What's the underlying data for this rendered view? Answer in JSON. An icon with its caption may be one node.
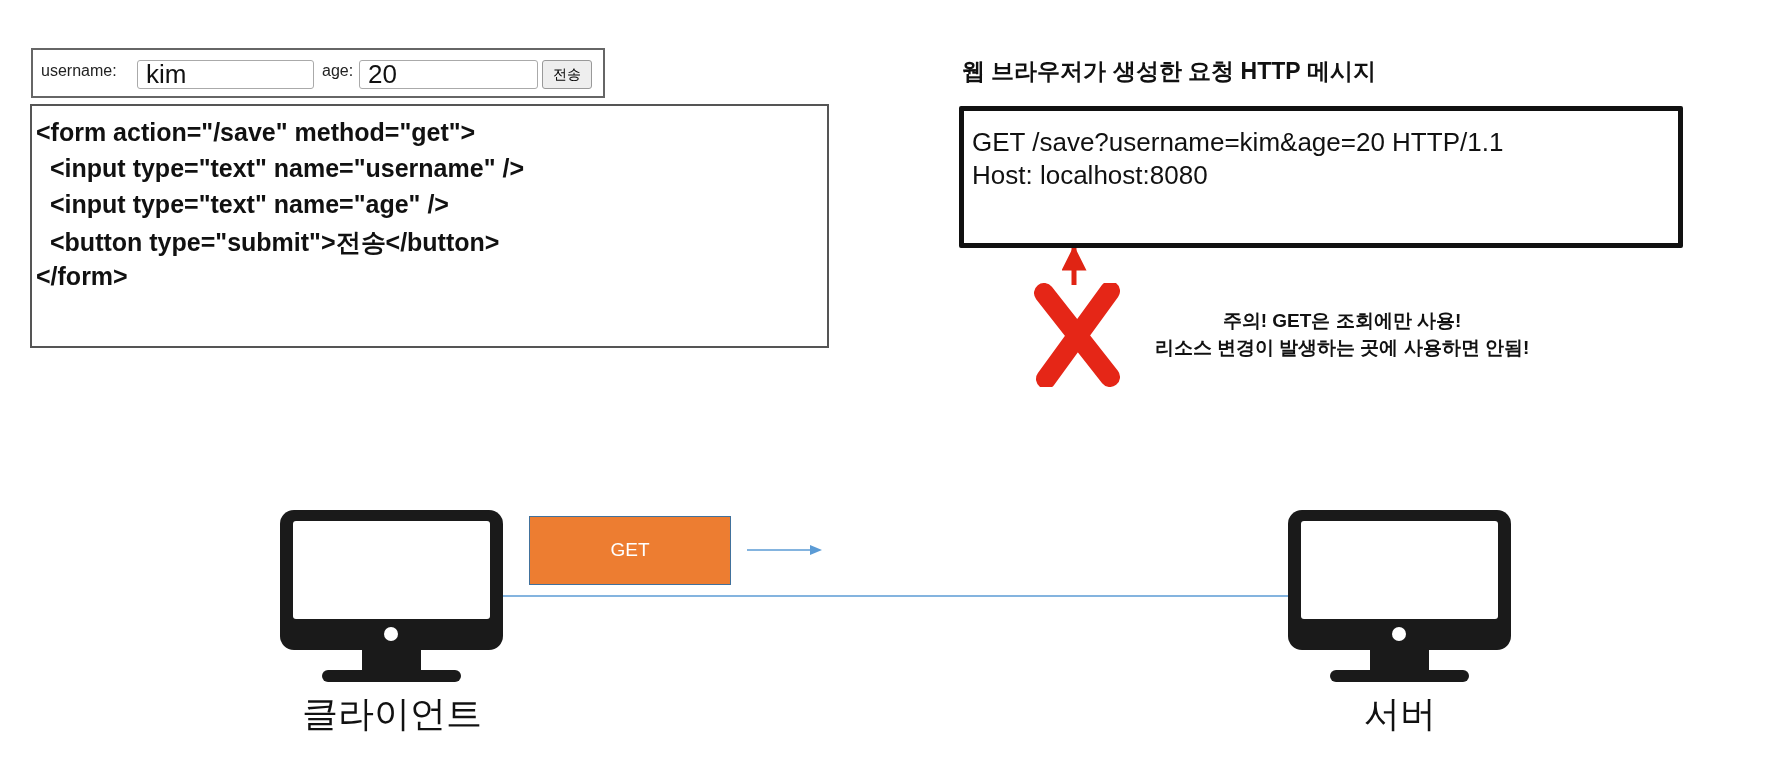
{
  "diagram": {
    "nodes": [
      {
        "text": [
          "username:",
          "age:"
        ]
      },
      {
        "text": [
          "kim"
        ],
        "in": 0
      },
      {
        "text": [
          "20"
        ],
        "in": 0
      },
      {
        "text": [
          "전송"
        ],
        "in": 0
      },
      {
        "text": [
          "<form action=\"/save\" method=\"get\">",
          "<input type=\"text\" name=\"**username**\" />",
          "<input type=\"text\" name=\"**age**\" />",
          "<button type=\"submit\">전송</button>",
          "</form>"
        ]
      },
      {
        "text": [
          "웹 브라우저가 생성한 요청 HTTP 메시지",
          "GET /save?username=kim&age=20 HTTP/1.1",
          "Host: localhost:8080"
        ]
      },
      {
        "text": [],
        "shape": "cross"
      },
      {
        "text": [
          "클라이언트"
        ]
      },
      {
        "text": [
          "서버"
        ]
      },
      {
        "text": [
          "GET"
        ]
      }
    ],
    "edges": [
      {
        "from": 6,
        "to": 5,
        "arrow": "to",
        "style": "thick",
        "color": "#e02414"
      },
      {
        "from": 7,
        "to": 8,
        "arrow": "none",
        "color": "#5b9bd5"
      }
    ],
    "labels": [
      "주의! GET은 조회에만 사용!",
      "리소스 변경이 발생하는 곳에 사용하면 안됨!"
    ]
  }
}
